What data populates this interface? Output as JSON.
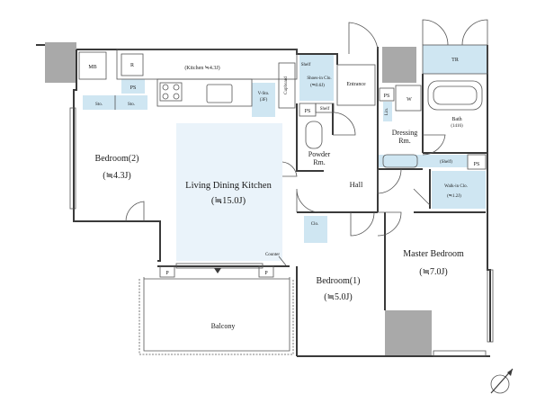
{
  "labels": {
    "mb": "MB",
    "r": "R",
    "kitchen": "(Kitchen ≒4.3J)",
    "ps_kitchen": "PS",
    "cupboard": "Cupboard",
    "vsto_1": "V-Sto.",
    "vsto_2": "(3F)",
    "shelf_top": "Shelf",
    "shoe_cl_1": "Shoes-in Clo.",
    "shoe_cl_2": "(≒0.6J)",
    "entrance": "Entrance",
    "ps_entrance": "PS",
    "shelf_entrance": "Shelf",
    "tr": "TR",
    "ps_hall": "PS",
    "w": "W",
    "lin": "Lin.",
    "bath_1": "Bath",
    "bath_2": "(1416)",
    "sto_1": "Sto.",
    "sto_2": "Sto.",
    "bedroom2_1": "Bedroom(2)",
    "bedroom2_2": "(≒4.3J)",
    "ldk_1": "Living Dining Kitchen",
    "ldk_2": "(≒15.0J)",
    "powder_1": "Powder",
    "powder_2": "Rm.",
    "dressing_1": "Dressing",
    "dressing_2": "Rm.",
    "shelf_walkin": "(Shelf)",
    "ps_walkin": "PS",
    "hall": "Hall",
    "walkin_1": "Walk-in Clo.",
    "walkin_2": "(≒1.2J)",
    "clo": "Clo.",
    "counter": "Counter",
    "master_1": "Master Bedroom",
    "master_2": "(≒7.0J)",
    "bedroom1_1": "Bedroom(1)",
    "bedroom1_2": "(≒5.0J)",
    "p_left": "P",
    "p_right": "P",
    "balcony": "Balcony"
  },
  "colors": {
    "wall": "#3a3a3a",
    "storage_fill": "#cfe6f2",
    "ldk_fill": "#eaf3fa",
    "column_fill": "#a9a9a9",
    "line": "#555555"
  },
  "compass_icon": "north-arrow-icon"
}
